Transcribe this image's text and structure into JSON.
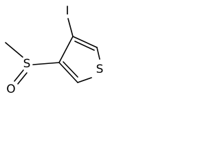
{
  "molecule": {
    "atoms": {
      "iodine": "I",
      "sulfoxide_sulfur": "S",
      "sulfoxide_oxygen": "O",
      "ring_sulfur": "S"
    }
  }
}
